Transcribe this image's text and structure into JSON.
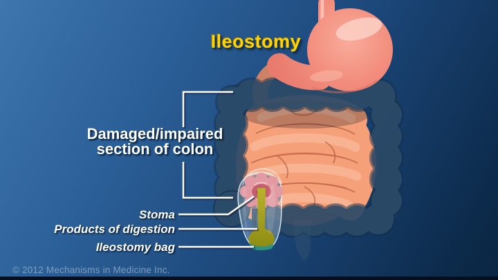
{
  "slide": {
    "title": "Ileostomy",
    "copyright": "© 2012 Mechanisms in Medicine Inc."
  },
  "annotations": {
    "damaged_section": {
      "line1": "Damaged/impaired",
      "line2": "section of colon"
    },
    "stoma_label": "Stoma",
    "products_label": "Products of digestion",
    "bag_label": "Ileostomy bag"
  },
  "illustration_parts": [
    "esophagus",
    "stomach",
    "small-intestine",
    "damaged-colon",
    "stoma",
    "products-of-digestion",
    "ileostomy-bag",
    "rectum"
  ],
  "colors": {
    "background_top_left": "#3E76AE",
    "background_bottom_right": "#0C2A4A",
    "title_text": "#FFD400",
    "label_text": "#FFFFFF",
    "leader_line": "#FFFFFF",
    "copyright_text": "#7E9DC0",
    "damaged_colon": "#2B4A67",
    "small_intestine": "#F5A078",
    "stomach": "#F28C7C",
    "stoma_outer": "#E7A6AE",
    "stoma_inner": "#C4606E",
    "bag_contents_olive": "#A9A41F",
    "bag_clip_teal": "#2F9180",
    "bag_film": "#CDE4F4"
  }
}
